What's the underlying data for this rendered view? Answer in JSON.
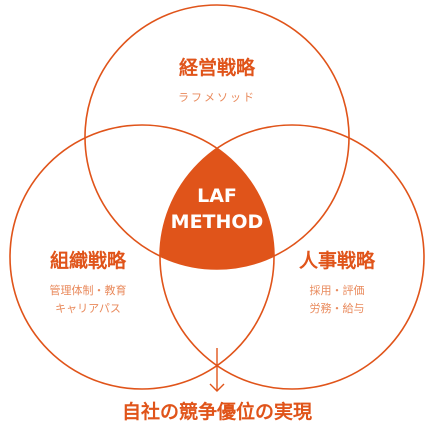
{
  "colors": {
    "accent": "#e0541a",
    "sub_text": "#e98a5c",
    "center_text": "#ffffff"
  },
  "circles": {
    "top": {
      "title": "経営戦略",
      "subtitle": "ラフメソッド"
    },
    "left": {
      "title": "組織戦略",
      "lines": [
        "管理体制・教育",
        "キャリアパス"
      ]
    },
    "right": {
      "title": "人事戦略",
      "lines": [
        "採用・評価",
        "労務・給与"
      ]
    }
  },
  "center": {
    "line1": "LAF",
    "line2": "METHOD"
  },
  "arrow_icon": "down-arrow-icon",
  "result": "自社の競争優位の実現"
}
